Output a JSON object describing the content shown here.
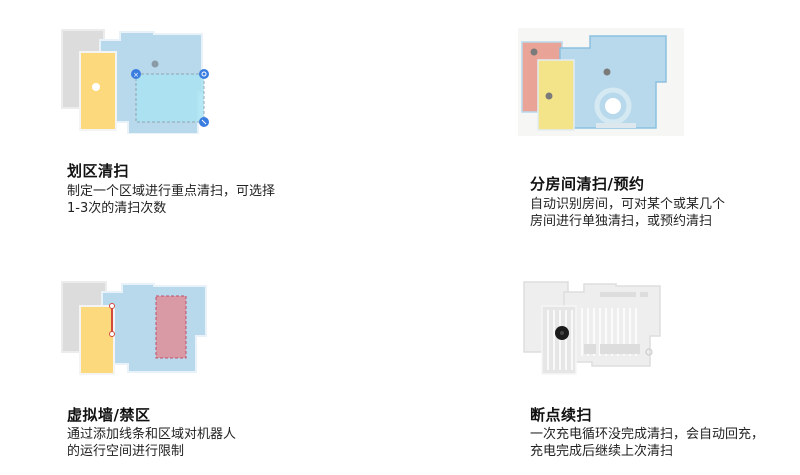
{
  "features": [
    {
      "id": "zone-cleaning",
      "title": "划区清扫",
      "desc_lines": [
        "制定一个区域进行重点清扫，可选择",
        "1-3次的清扫次数"
      ],
      "illustration": "map-with-selected-rectangle-zone"
    },
    {
      "id": "room-cleaning",
      "title": "分房间清扫/预约",
      "desc_lines": [
        "自动识别房间，可对某个或某几个",
        "房间进行单独清扫，或预约清扫"
      ],
      "illustration": "map-with-colored-rooms"
    },
    {
      "id": "virtual-wall",
      "title": "虚拟墙/禁区",
      "desc_lines": [
        "通过添加线条和区域对机器人",
        "的运行空间进行限制"
      ],
      "illustration": "map-with-virtual-wall-and-no-go-zone"
    },
    {
      "id": "resume-cleaning",
      "title": "断点续扫",
      "desc_lines": [
        "一次充电循环没完成清扫，会自动回充，",
        "充电完成后继续上次清扫"
      ],
      "illustration": "map-with-cleaning-path-and-robot"
    }
  ],
  "colors": {
    "grey_room": "#dcdcdc",
    "blue_room": "#b8d9ec",
    "yellow_room": "#fbd97c",
    "red_room": "#e9a397",
    "zone_fill": "#a9e3f3",
    "handle_blue": "#3a7de0",
    "no_go_fill": "#d99aa5",
    "no_go_border": "#c0506a",
    "wall_line": "#d24a3c",
    "robot": "#1b1b1b"
  }
}
